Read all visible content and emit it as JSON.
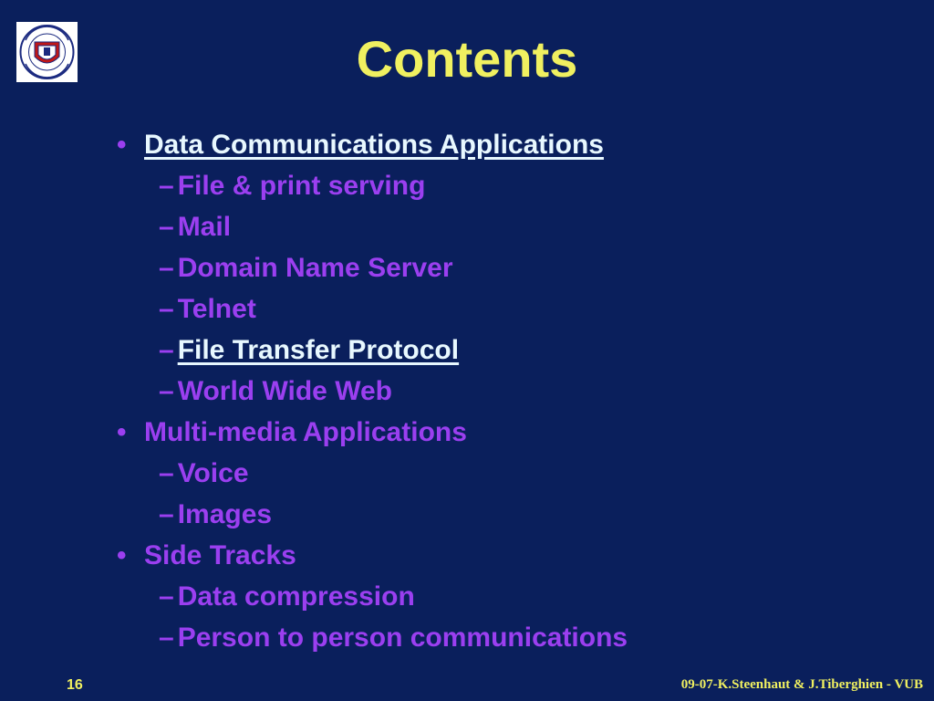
{
  "slide": {
    "title": "Contents",
    "logo_name": "university-seal-logo",
    "items": [
      {
        "level": 1,
        "marker": "•",
        "text": "Data Communications Applications",
        "link": true
      },
      {
        "level": 2,
        "marker": "–",
        "text": "File & print serving",
        "link": false
      },
      {
        "level": 2,
        "marker": "–",
        "text": "Mail",
        "link": false
      },
      {
        "level": 2,
        "marker": "–",
        "text": "Domain Name Server",
        "link": false
      },
      {
        "level": 2,
        "marker": "–",
        "text": "Telnet",
        "link": false
      },
      {
        "level": 2,
        "marker": "–",
        "text": "File Transfer Protocol",
        "link": true
      },
      {
        "level": 2,
        "marker": "–",
        "text": "World Wide Web",
        "link": false
      },
      {
        "level": 1,
        "marker": "•",
        "text": "Multi-media Applications",
        "link": false
      },
      {
        "level": 2,
        "marker": "–",
        "text": "Voice",
        "link": false
      },
      {
        "level": 2,
        "marker": "–",
        "text": "Images",
        "link": false
      },
      {
        "level": 1,
        "marker": "•",
        "text": "Side Tracks",
        "link": false
      },
      {
        "level": 2,
        "marker": "–",
        "text": "Data compression",
        "link": false
      },
      {
        "level": 2,
        "marker": "–",
        "text": "Person to person communications",
        "link": false
      }
    ],
    "page_number": "16",
    "footer": "09-07-K.Steenhaut & J.Tiberghien - VUB"
  },
  "colors": {
    "background": "#0a1f5c",
    "title": "#f0f060",
    "text": "#9b3ff0",
    "link": "#e8f8ff"
  }
}
